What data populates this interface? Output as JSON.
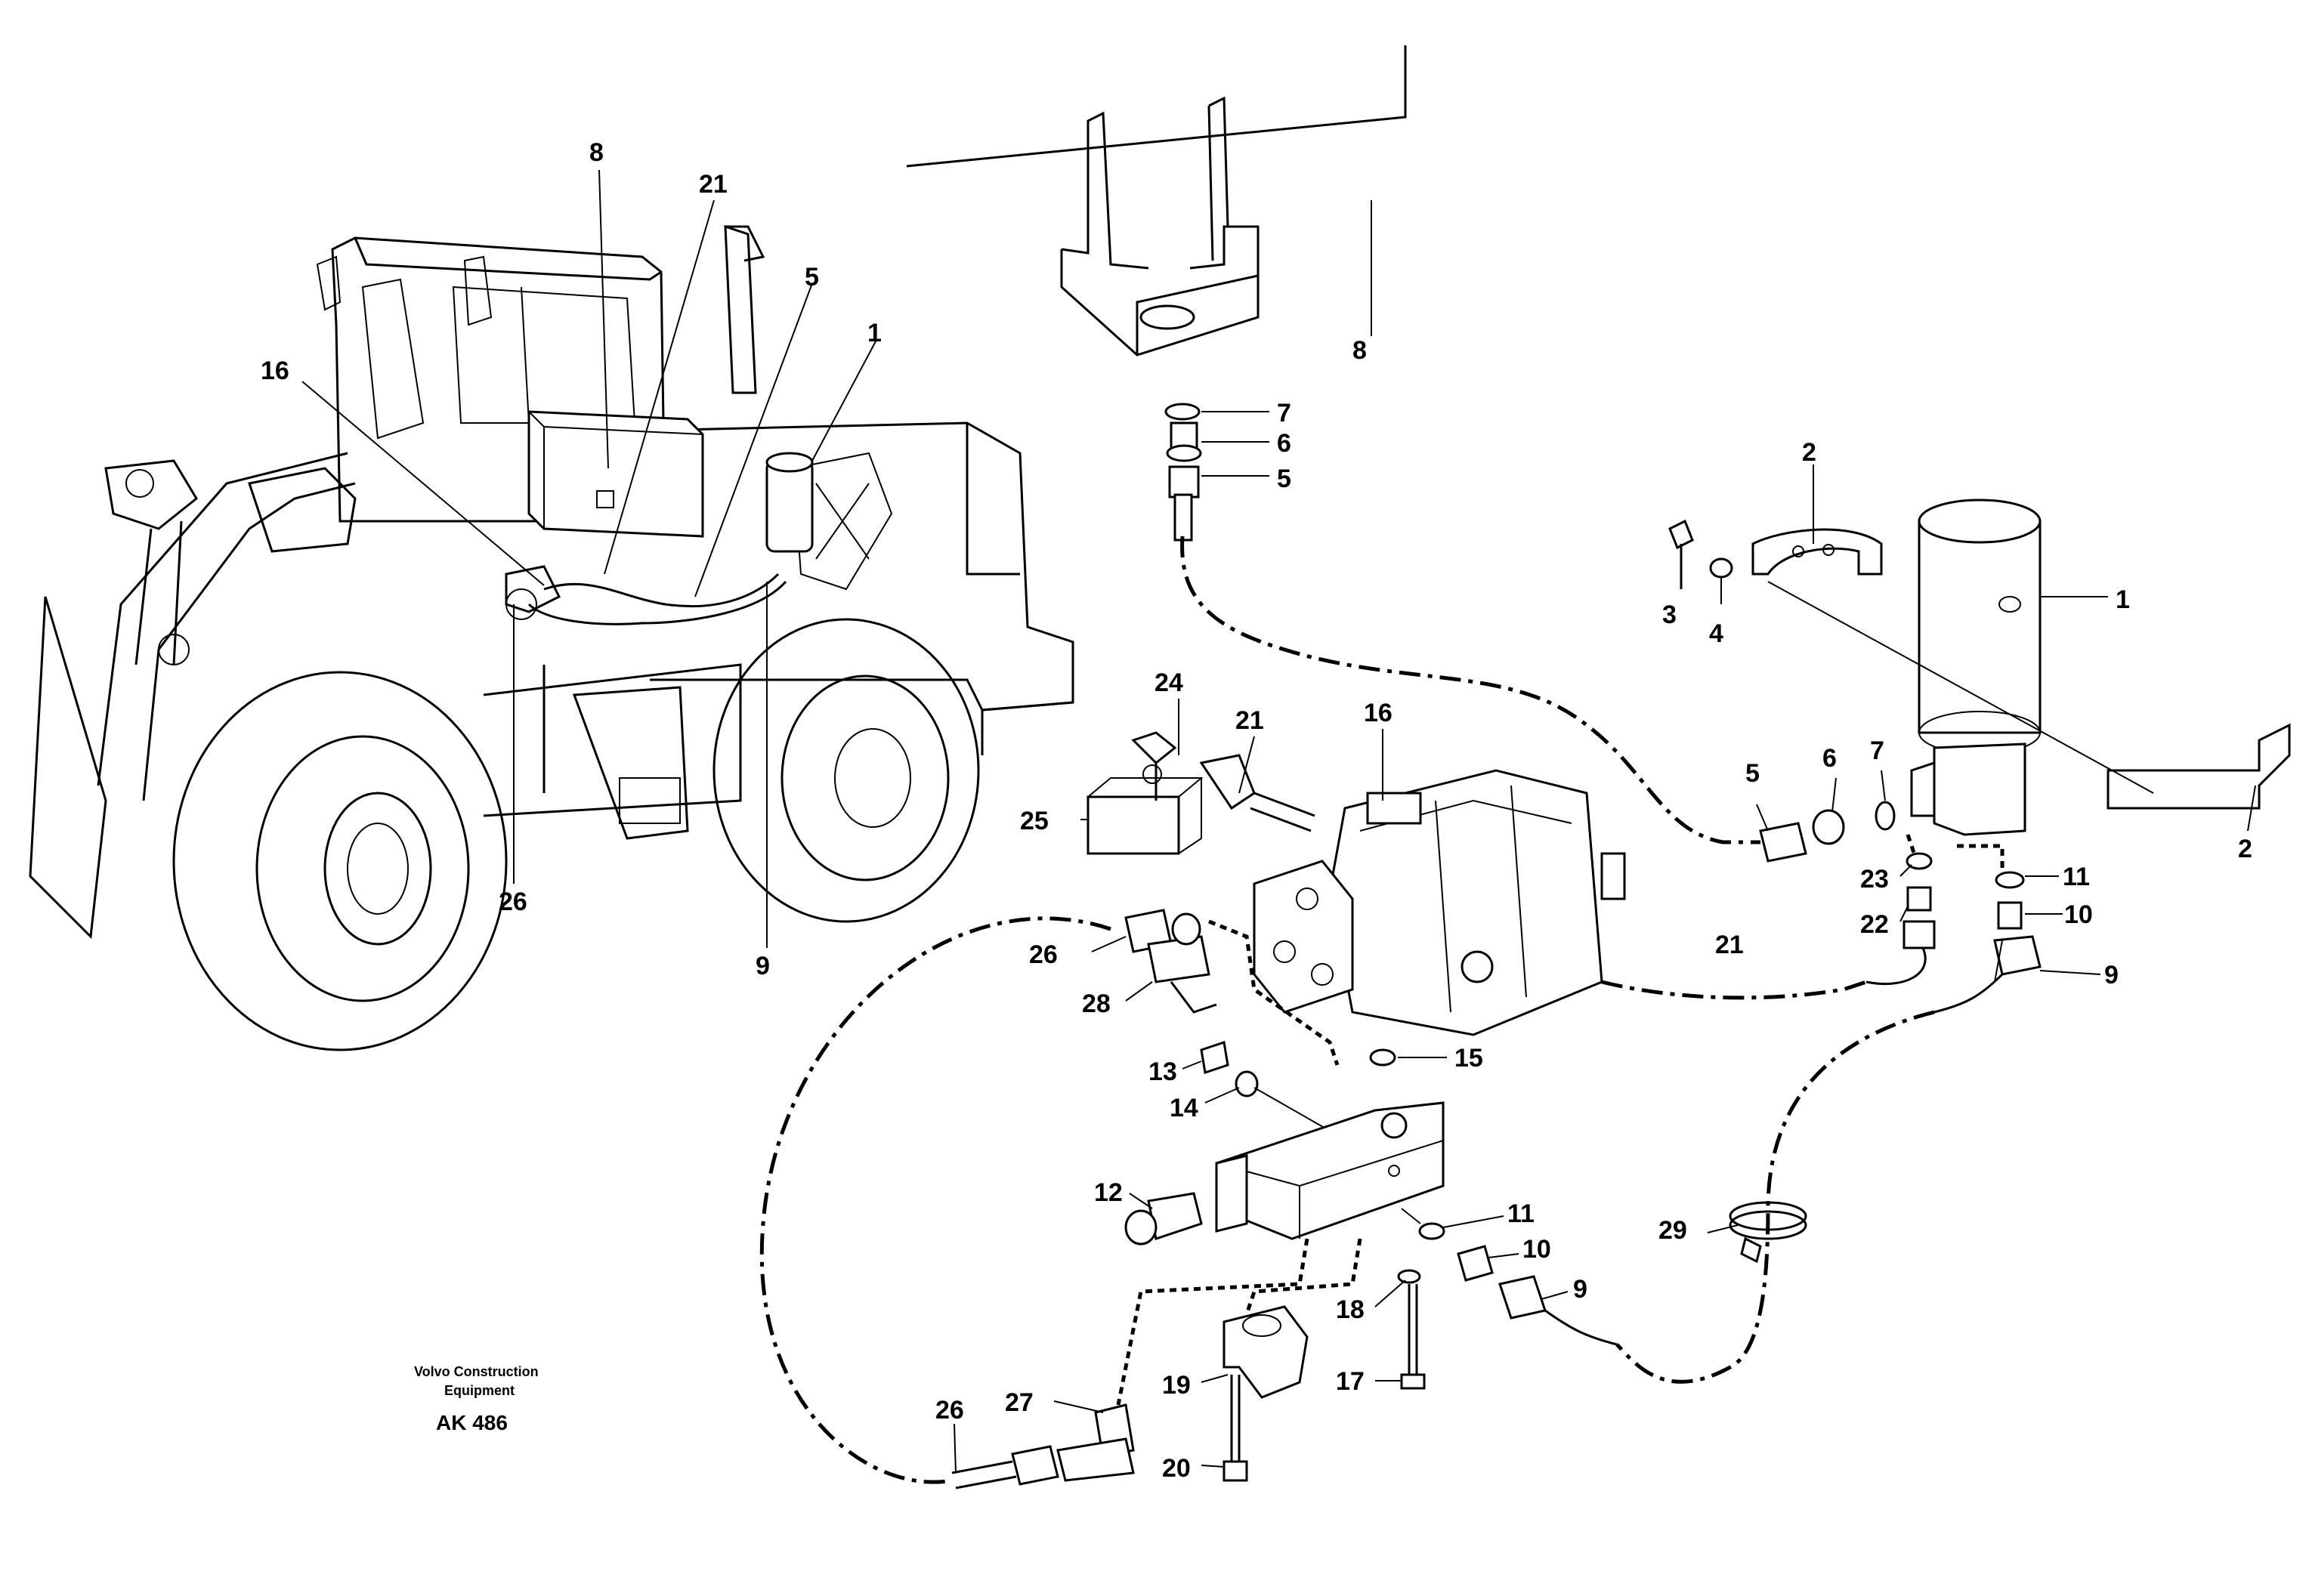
{
  "diagram": {
    "caption_line1": "Volvo Construction",
    "caption_line2": "Equipment",
    "caption_code": "AK 486",
    "labels": {
      "main_8": "8",
      "main_21": "21",
      "main_5": "5",
      "main_1": "1",
      "main_16": "16",
      "main_26": "26",
      "main_9": "9",
      "bracket_8": "8",
      "nut_7": "7",
      "nipple_6": "6",
      "hose_5": "5",
      "clamp_2_top": "2",
      "clamp_2_bottom": "2",
      "screw_3": "3",
      "washer_4": "4",
      "accumulator_1": "1",
      "hose_5b": "5",
      "nipple_6b": "6",
      "washer_7b": "7",
      "tee_24": "24",
      "hose_21a": "21",
      "pump_16": "16",
      "box_25": "25",
      "washer_23": "23",
      "nipple_22": "22",
      "washer_11a": "11",
      "nipple_10a": "10",
      "hose_9a": "9",
      "hose_21b": "21",
      "elbow_26a": "26",
      "tee_28": "28",
      "washer_15": "15",
      "plug_13": "13",
      "washer_14": "14",
      "valve_12": "12",
      "washer_11b": "11",
      "nipple_10b": "10",
      "hose_9b": "9",
      "clamp_29": "29",
      "washer_18": "18",
      "bolt_17": "17",
      "bracket_19": "19",
      "screw_20": "20",
      "elbow_27": "27",
      "hose_26b": "26"
    }
  }
}
